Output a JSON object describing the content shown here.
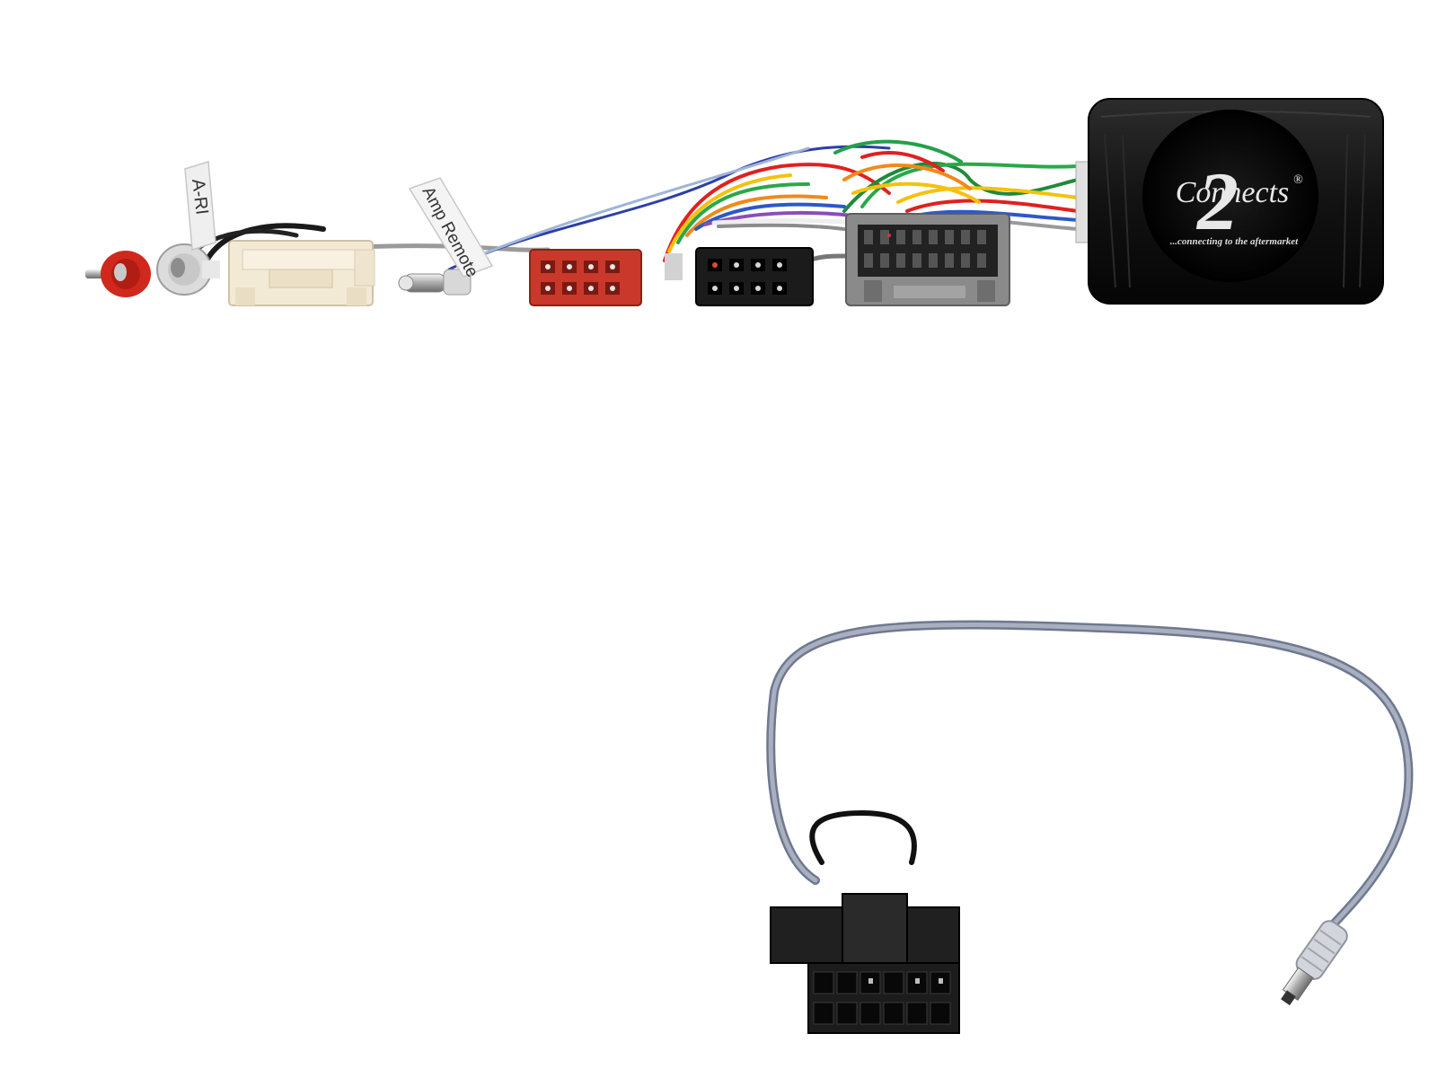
{
  "labels": {
    "flag_left": "A-RI",
    "flag_right": "Amp Remote"
  },
  "module": {
    "brand": "Connects",
    "brand_number": "2",
    "registered": "®",
    "tagline": "...connecting to the aftermarket"
  },
  "colors": {
    "module_body": "#121212",
    "red_iso": "#c9382b",
    "black_iso": "#1b1b1b",
    "grey_connector": "#8a8a8a",
    "cream_connector": "#f3ead6",
    "patch_cable": "#8e97a8"
  }
}
